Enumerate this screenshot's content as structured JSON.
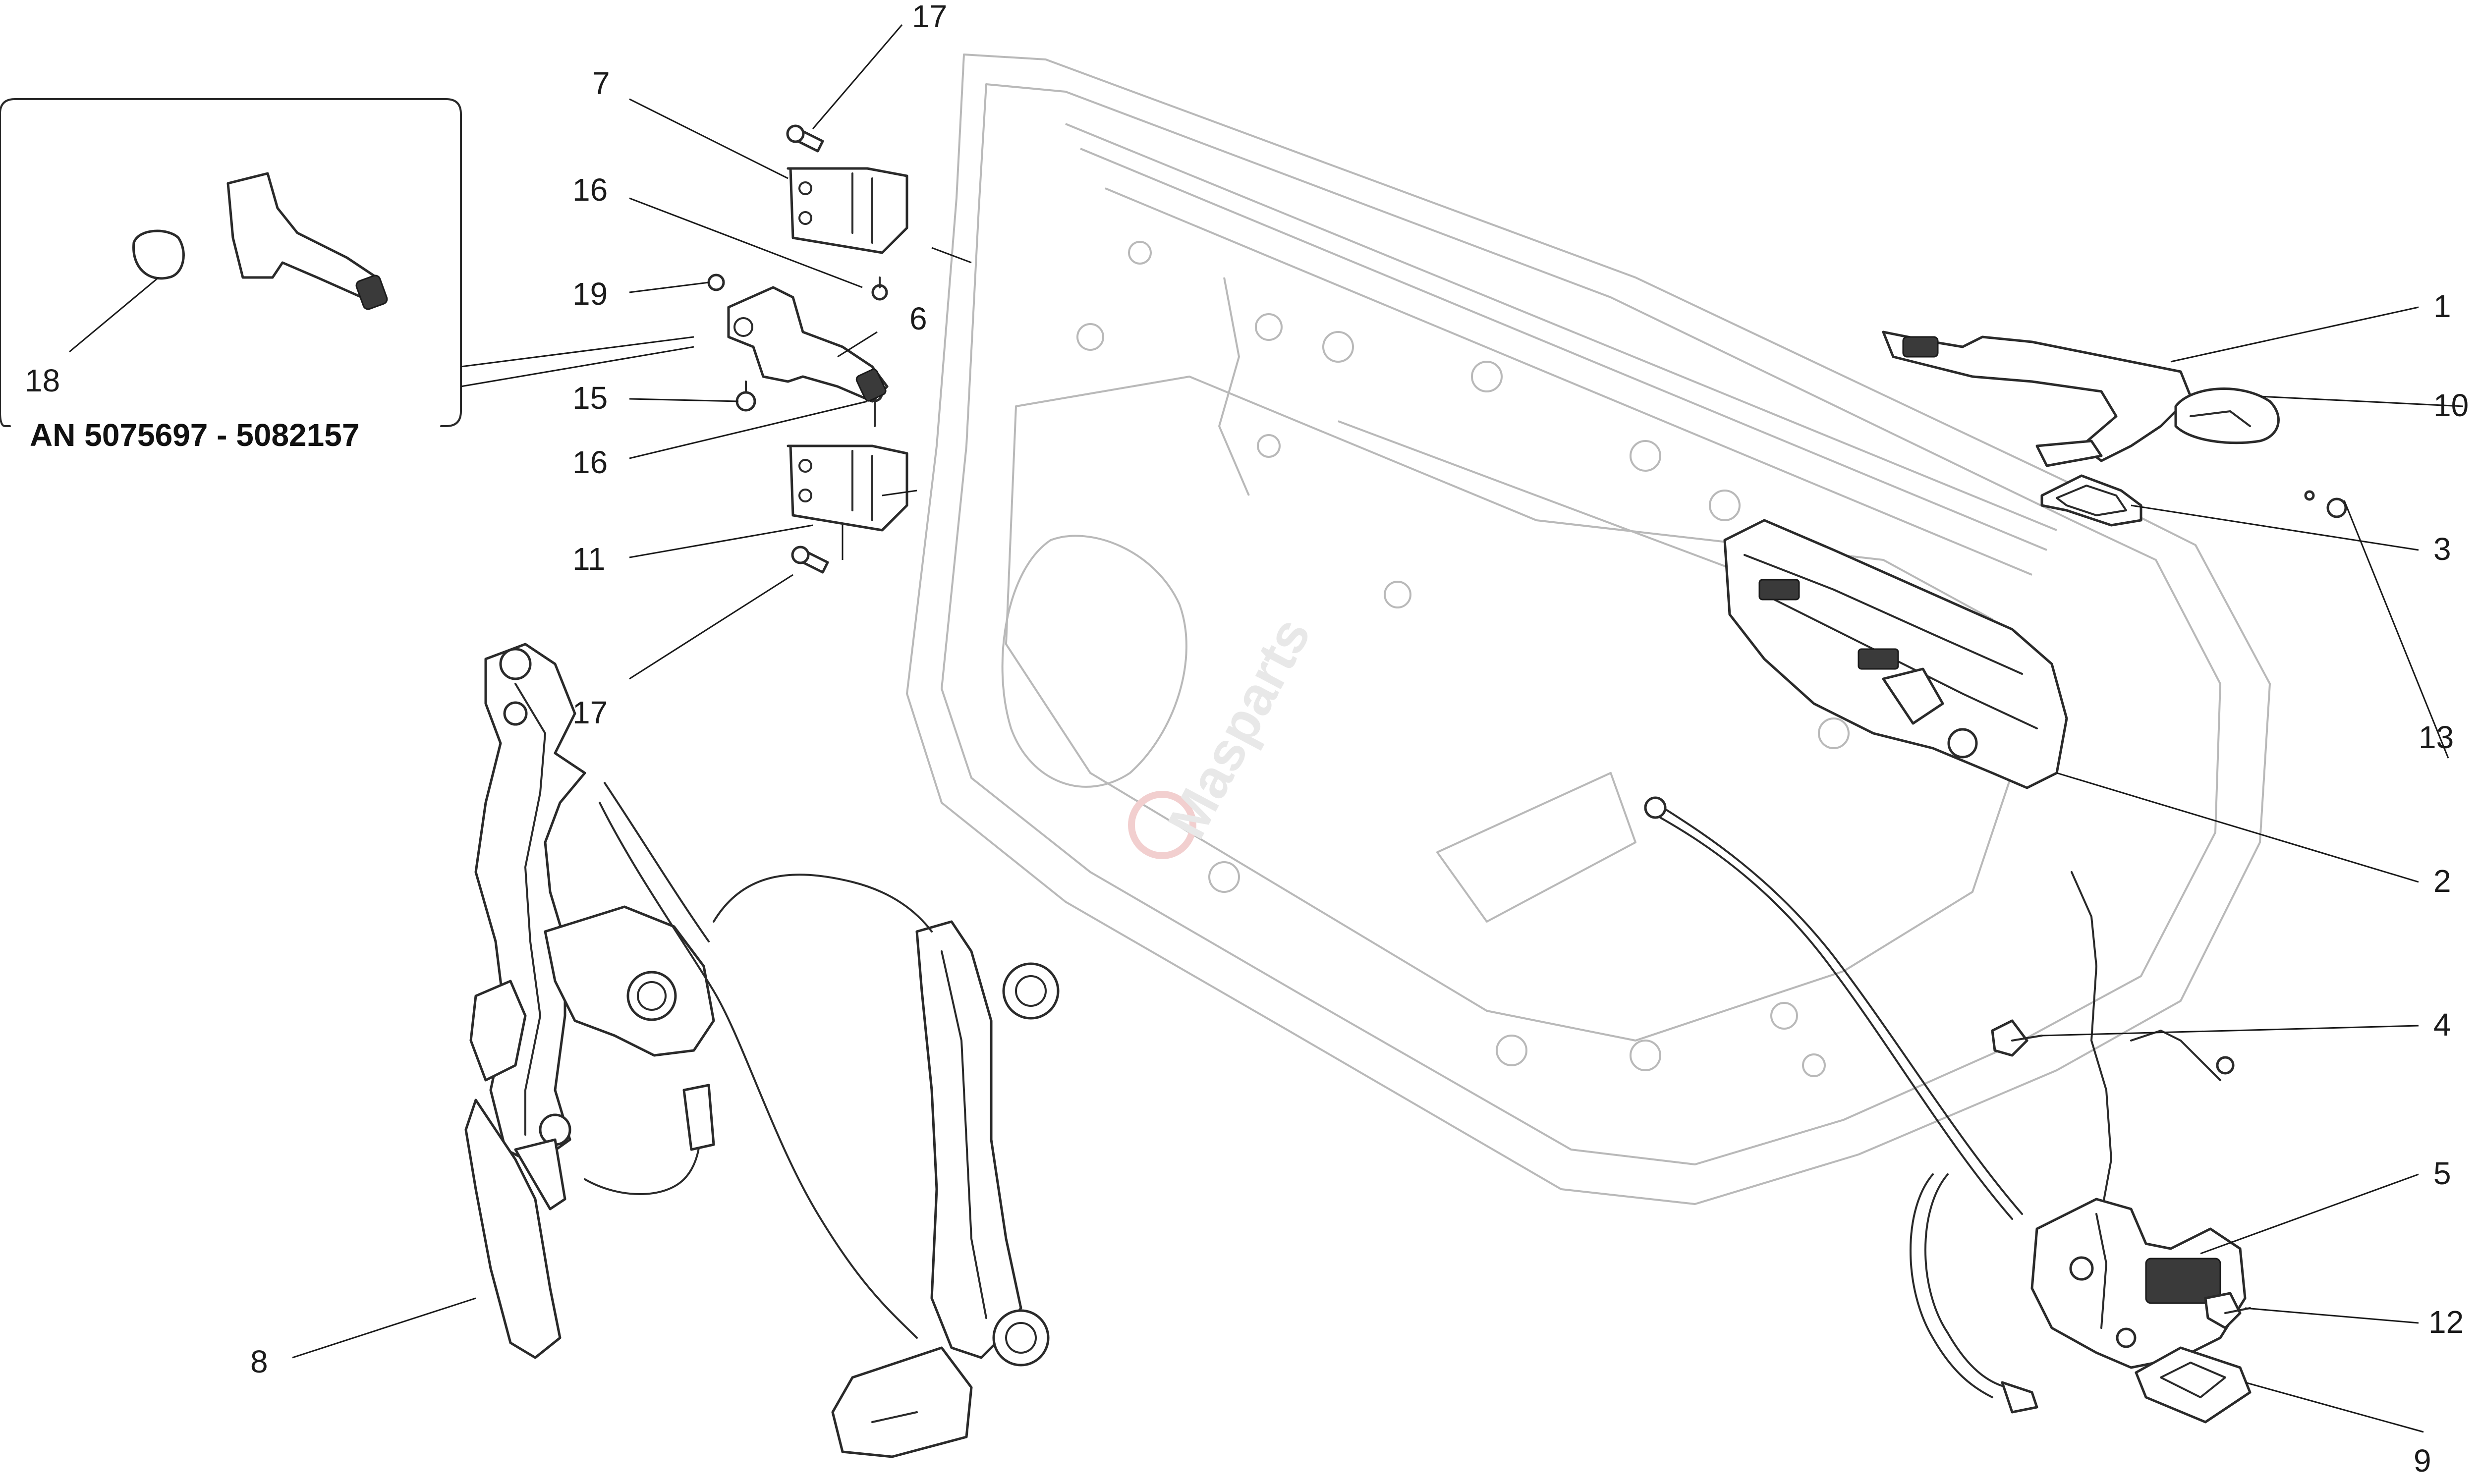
{
  "inset": {
    "caption": "AN 5075697 - 5082157"
  },
  "watermark": {
    "brand": "Masparts"
  },
  "callouts": {
    "c1": "1",
    "c2": "2",
    "c3": "3",
    "c4": "4",
    "c5": "5",
    "c6": "6",
    "c7": "7",
    "c8": "8",
    "c9": "9",
    "c10": "10",
    "c11": "11",
    "c12": "12",
    "c13": "13",
    "c15": "15",
    "c16_top": "16",
    "c16_bottom": "16",
    "c17_top": "17",
    "c17_bottom": "17",
    "c18": "18",
    "c19": "19"
  },
  "colors": {
    "line": "#1a1a1a",
    "ghost": "#b9b9b9",
    "watermark": "#e8e8e8"
  }
}
